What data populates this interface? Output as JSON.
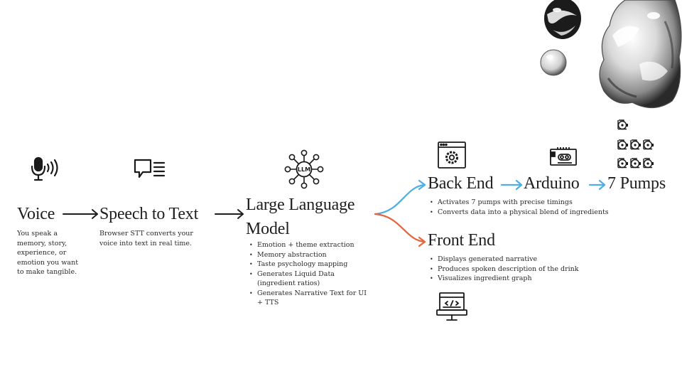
{
  "voice": {
    "title": "Voice",
    "desc": "You speak a memory, story, experience, or emotion you want to make tangible."
  },
  "stt": {
    "title": "Speech to Text",
    "desc": "Browser STT converts your voice into text in real time."
  },
  "llm": {
    "title": "Large Language Model",
    "icon_label": "LLM",
    "bullets": [
      "Emotion + theme extraction",
      "Memory abstraction",
      "Taste psychology mapping",
      "Generates Liquid Data (ingredient ratios)",
      "Generates Narrative Text for UI + TTS"
    ]
  },
  "backend": {
    "title": "Back End",
    "bullets": [
      "Activates 7 pumps with precise timings",
      "Converts data into a physical blend of ingredients"
    ]
  },
  "arduino": {
    "title": "Arduino"
  },
  "pumps": {
    "title": "7 Pumps"
  },
  "frontend": {
    "title": "Front End",
    "bullets": [
      "Displays generated narrative",
      "Produces spoken description of the drink",
      "Visualizes ingredient graph"
    ]
  },
  "colors": {
    "text": "#1e1e1e",
    "blue_arrow": "#4daee8",
    "orange_arrow": "#e8643c",
    "icon": "#1a1a1a"
  },
  "icons": {
    "voice": "microphone-icon",
    "stt": "speech-bubble-text-icon",
    "llm": "neural-network-icon",
    "backend": "browser-gear-icon",
    "arduino": "arduino-board-icon",
    "pumps": "pump-icon",
    "frontend": "monitor-code-icon"
  }
}
